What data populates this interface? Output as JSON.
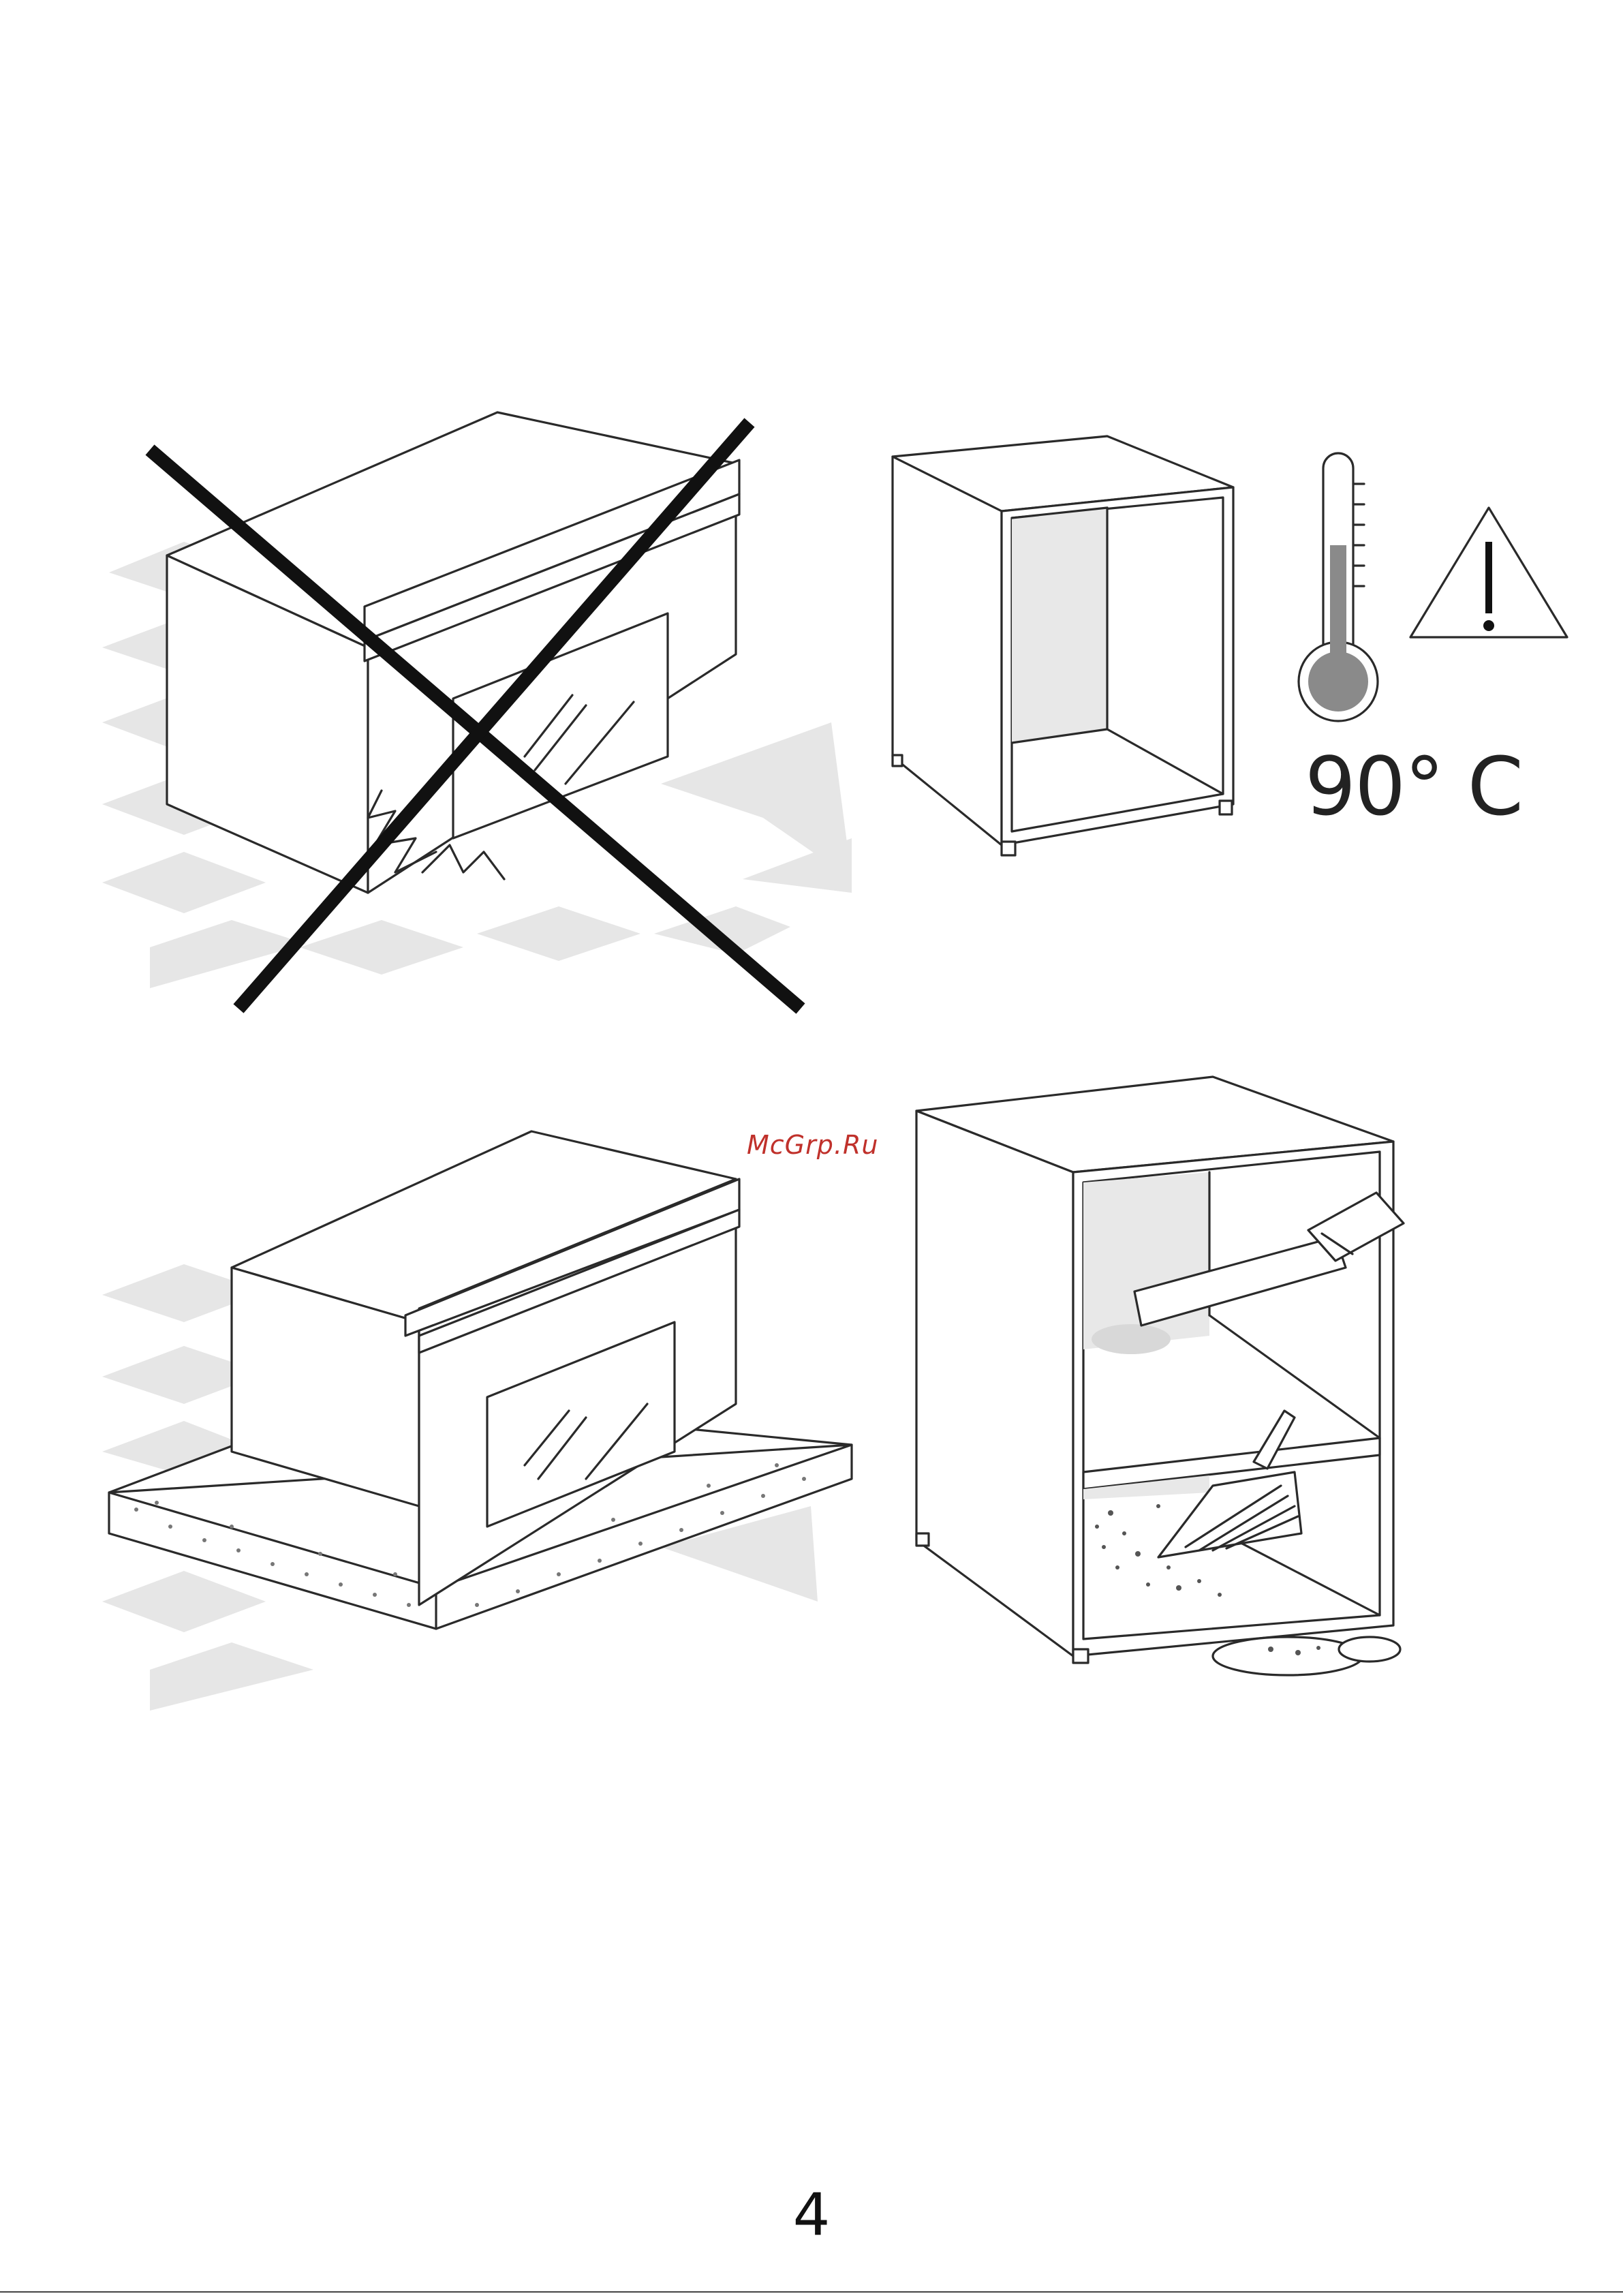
{
  "figures": {
    "oven_wrong": {
      "icon": "crossed-out-oven-on-floor"
    },
    "cabinet_heat": {
      "icon": "cabinet-heat-resistance",
      "temperature_label": "90° C",
      "thermometer_icon": "thermometer-icon",
      "warning_icon": "warning-triangle-icon"
    },
    "oven_right": {
      "icon": "oven-on-protective-base"
    },
    "cabinet_clean": {
      "icon": "cabinet-cleaning-sawdust"
    }
  },
  "watermark": "McGrp.Ru",
  "page_number": "4",
  "colors": {
    "line": "#2a2a2a",
    "tile": "#e6e6e6",
    "watermark": "#c0312b"
  }
}
